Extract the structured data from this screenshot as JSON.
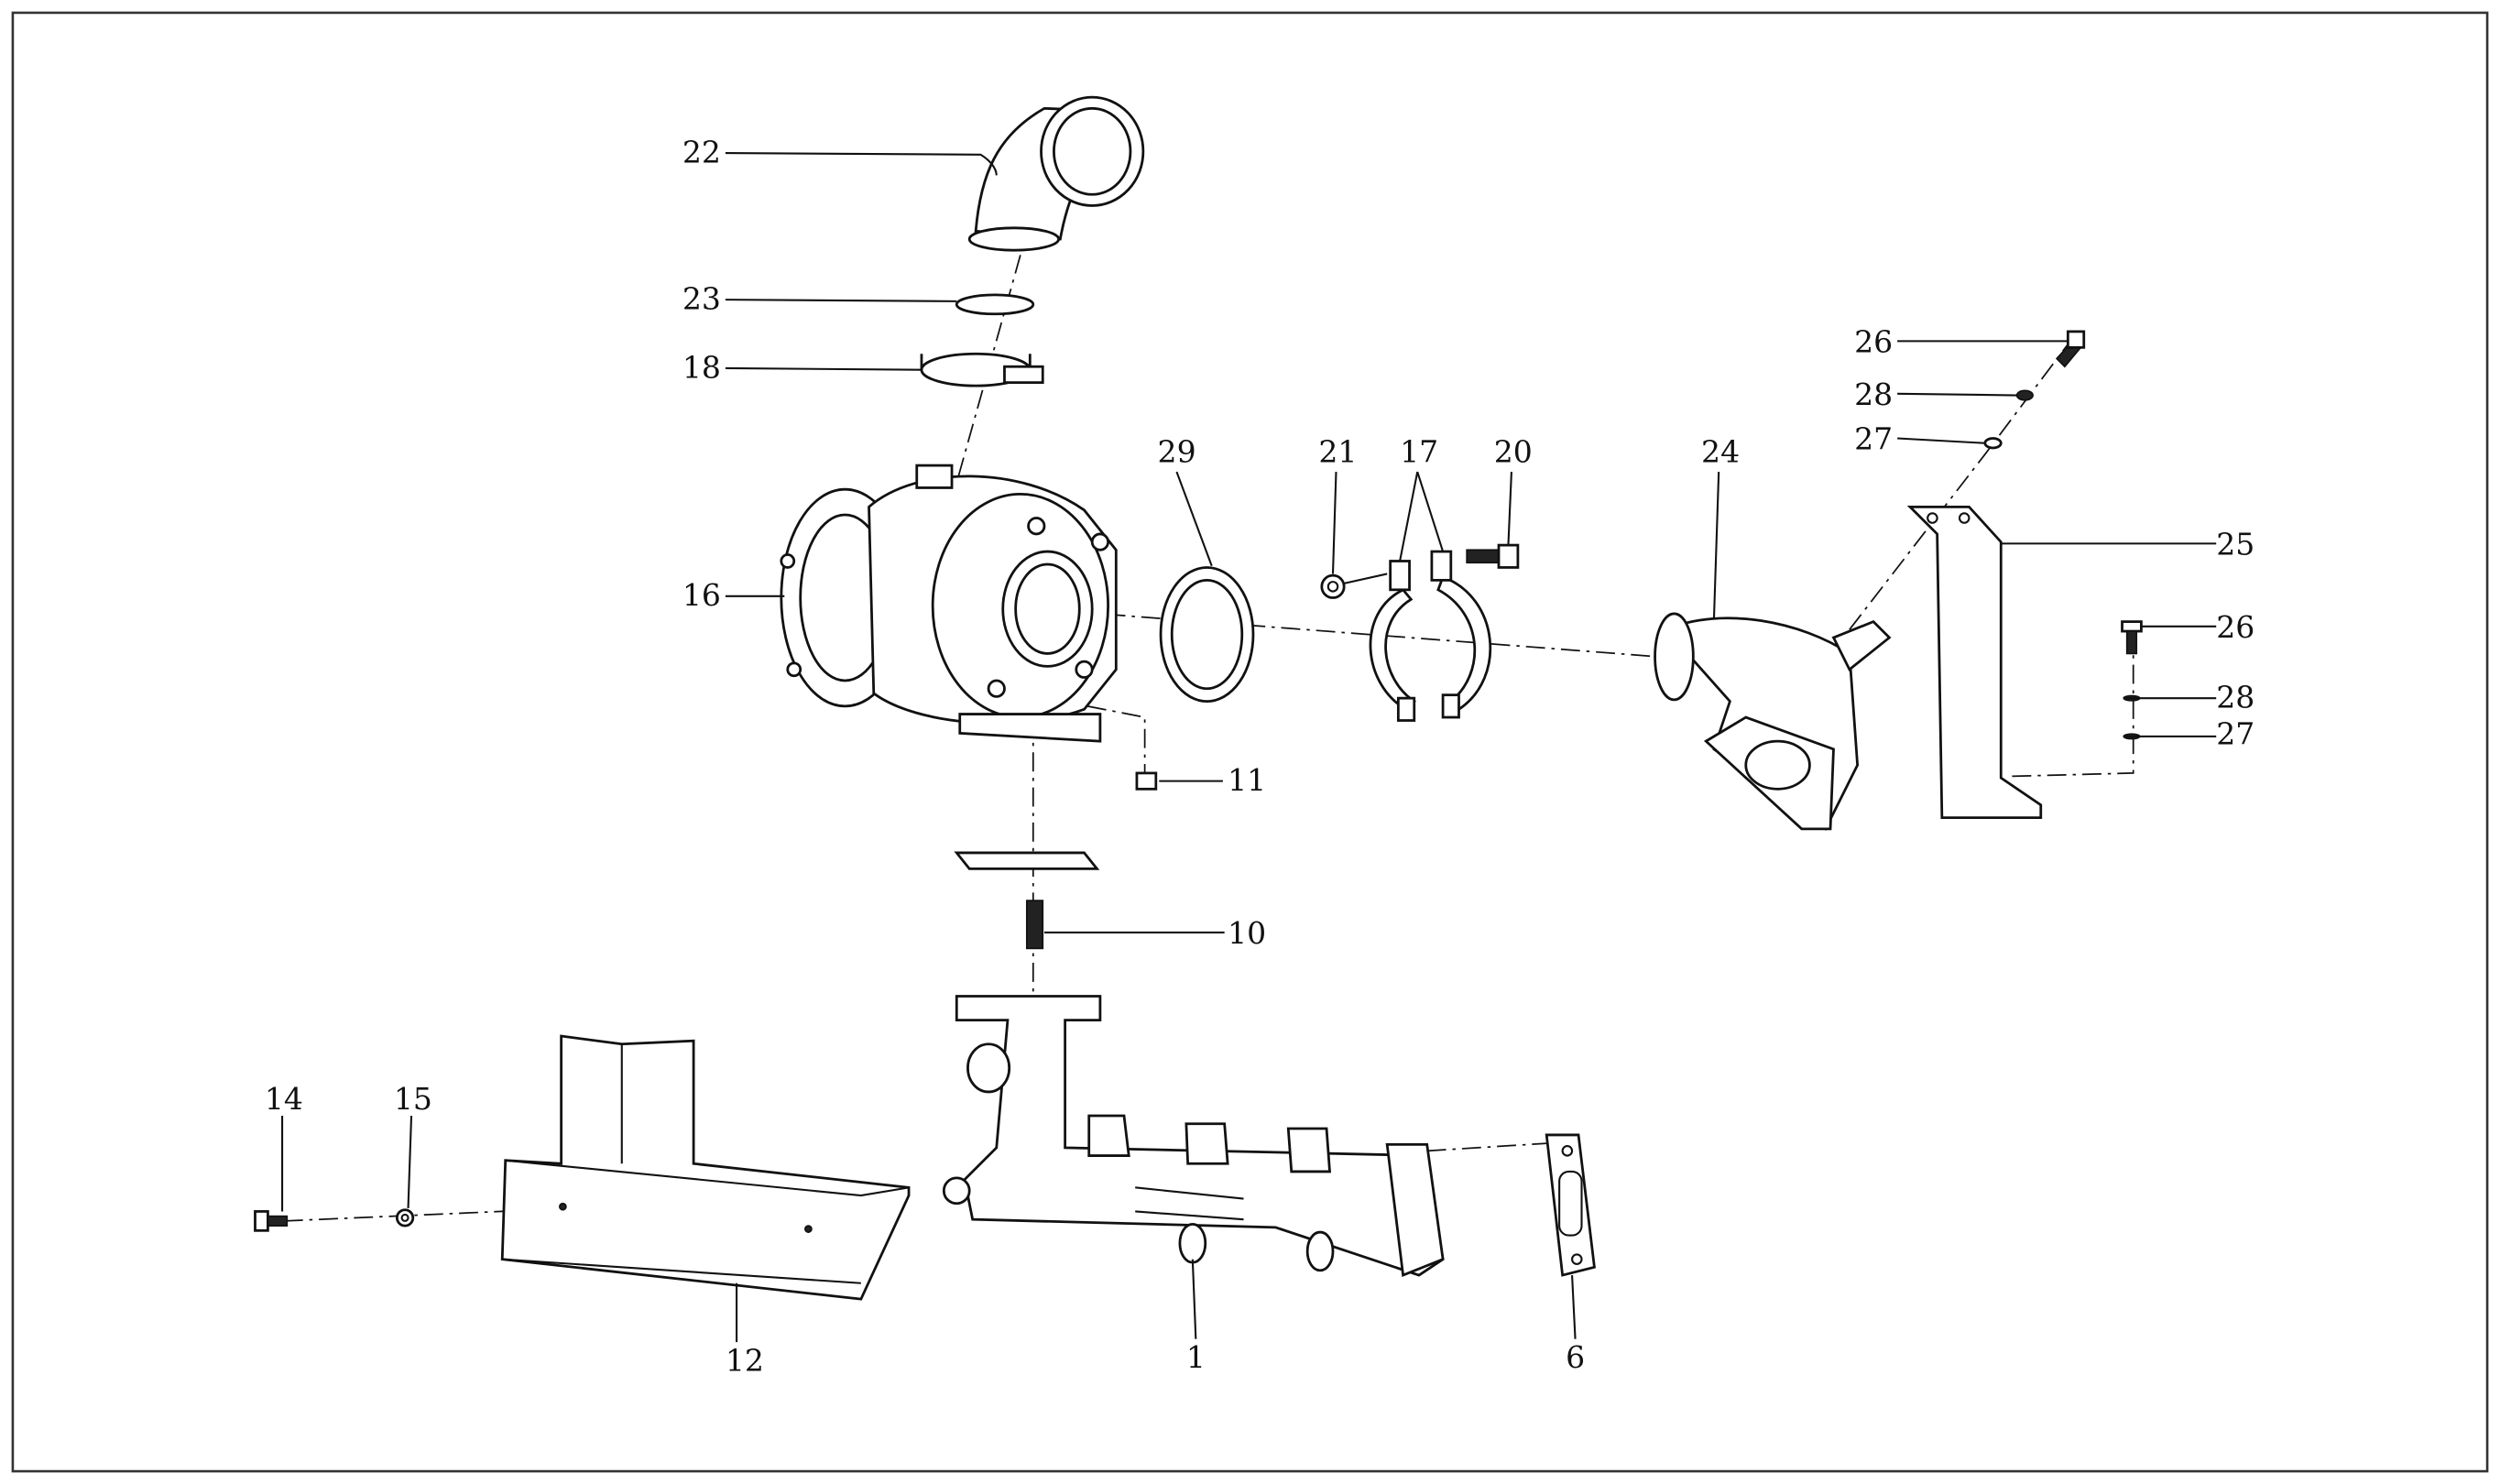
{
  "diagram": {
    "type": "exploded parts diagram",
    "callouts": {
      "c22": "22",
      "c23": "23",
      "c18": "18",
      "c16": "16",
      "c29": "29",
      "c21": "21",
      "c17": "17",
      "c20": "20",
      "c24": "24",
      "c26a": "26",
      "c28a": "28",
      "c27a": "27",
      "c25": "25",
      "c26b": "26",
      "c28b": "28",
      "c27b": "27",
      "c11": "11",
      "c10": "10",
      "c14": "14",
      "c15": "15",
      "c12": "12",
      "c1": "1",
      "c6": "6"
    }
  }
}
